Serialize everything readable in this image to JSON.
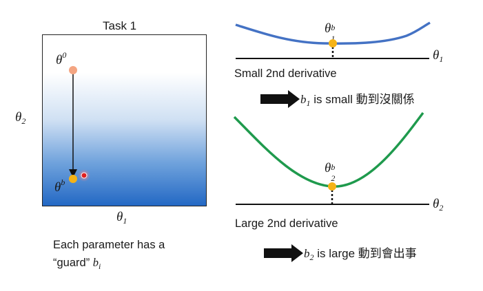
{
  "task_title": "Task 1",
  "left_panel": {
    "axis_y": "θ",
    "axis_y_sub": "2",
    "axis_x": "θ",
    "axis_x_sub": "1",
    "start_point": "θ",
    "start_point_sup": "0",
    "end_point": "θ",
    "end_point_sup": "b",
    "guard_line1": "Each parameter has a",
    "guard_line2_text": "“guard”",
    "guard_math": "b",
    "guard_math_sub": "i"
  },
  "top_curve": {
    "min_label": "θ",
    "min_label_sub": "1",
    "min_label_sup": "b",
    "axis_label": "θ",
    "axis_label_sub": "1",
    "caption": "Small 2nd derivative",
    "effect_var": "b",
    "effect_var_sub": "1",
    "effect_text": " is small  動到沒關係"
  },
  "bottom_curve": {
    "min_label": "θ",
    "min_label_sub": "2",
    "min_label_sup": "b",
    "axis_label": "θ",
    "axis_label_sub": "2",
    "caption": "Large 2nd derivative",
    "effect_var": "b",
    "effect_var_sub": "2",
    "effect_text": " is large  動到會出事"
  },
  "colors": {
    "small_curve": "#4472c4",
    "large_curve": "#1f9a4d",
    "point": "#f5b317",
    "start_point": "#f4a582",
    "red_point": "#e02020"
  }
}
